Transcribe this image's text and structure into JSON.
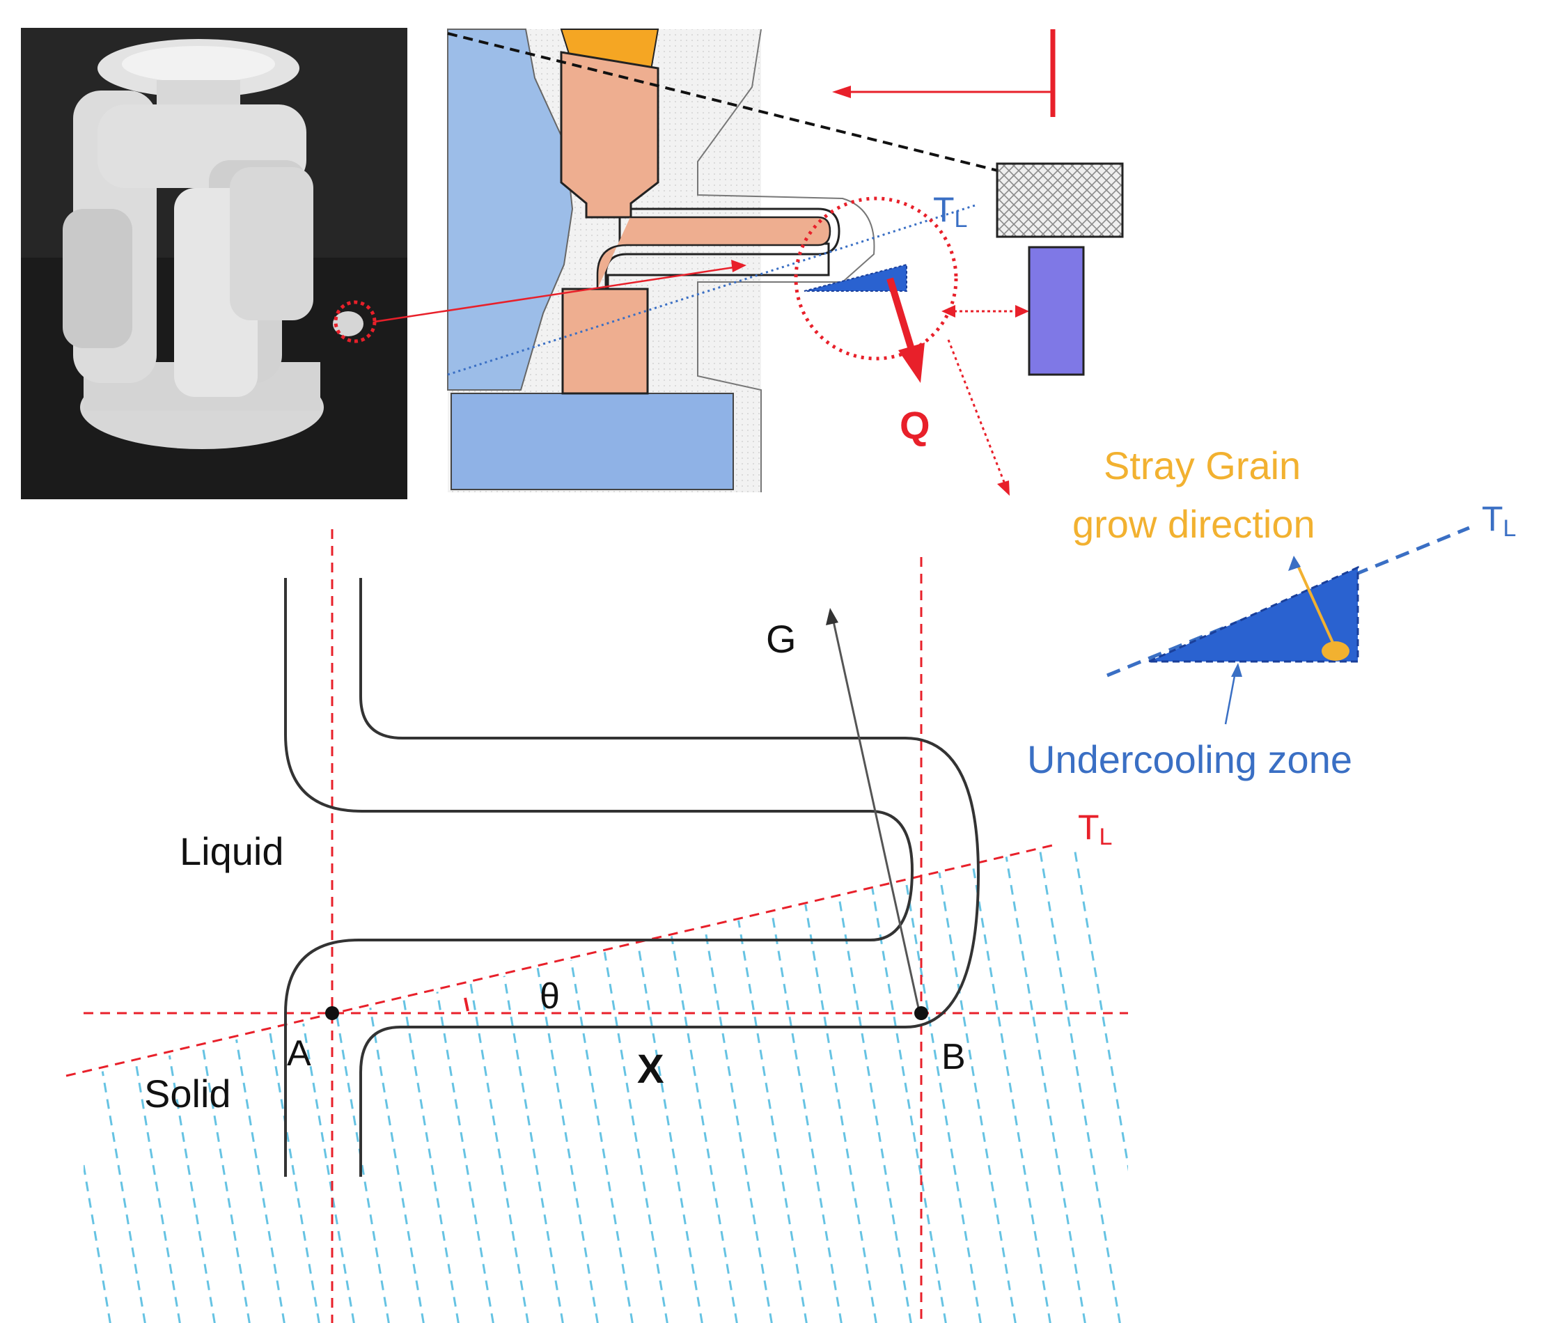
{
  "labels": {
    "tl_top": "T",
    "tl_top_sub": "L",
    "q": "Q",
    "stray_line1": "Stray Grain",
    "stray_line2": "grow direction",
    "tl_right": "T",
    "tl_right_sub": "L",
    "undercooling": "Undercooling zone",
    "g": "G",
    "tl_bottom": "T",
    "tl_bottom_sub": "L",
    "liquid": "Liquid",
    "theta": "θ",
    "a": "A",
    "x": "X",
    "b": "B",
    "solid": "Solid"
  },
  "colors": {
    "red": "#e8202a",
    "blue_label": "#3a6fc4",
    "undercool_fill": "#2a62d0",
    "orange_label": "#f2b130",
    "copper": "#eeae90",
    "mold_blue": "#9cbde8",
    "lavender": "#7f78e6",
    "solid_hatch": "#66c3e3",
    "photo_bg": "#1b1b1b"
  },
  "icons": {
    "photo": "wax-cluster-photo",
    "cross_section": "mold-cross-section-diagram"
  }
}
